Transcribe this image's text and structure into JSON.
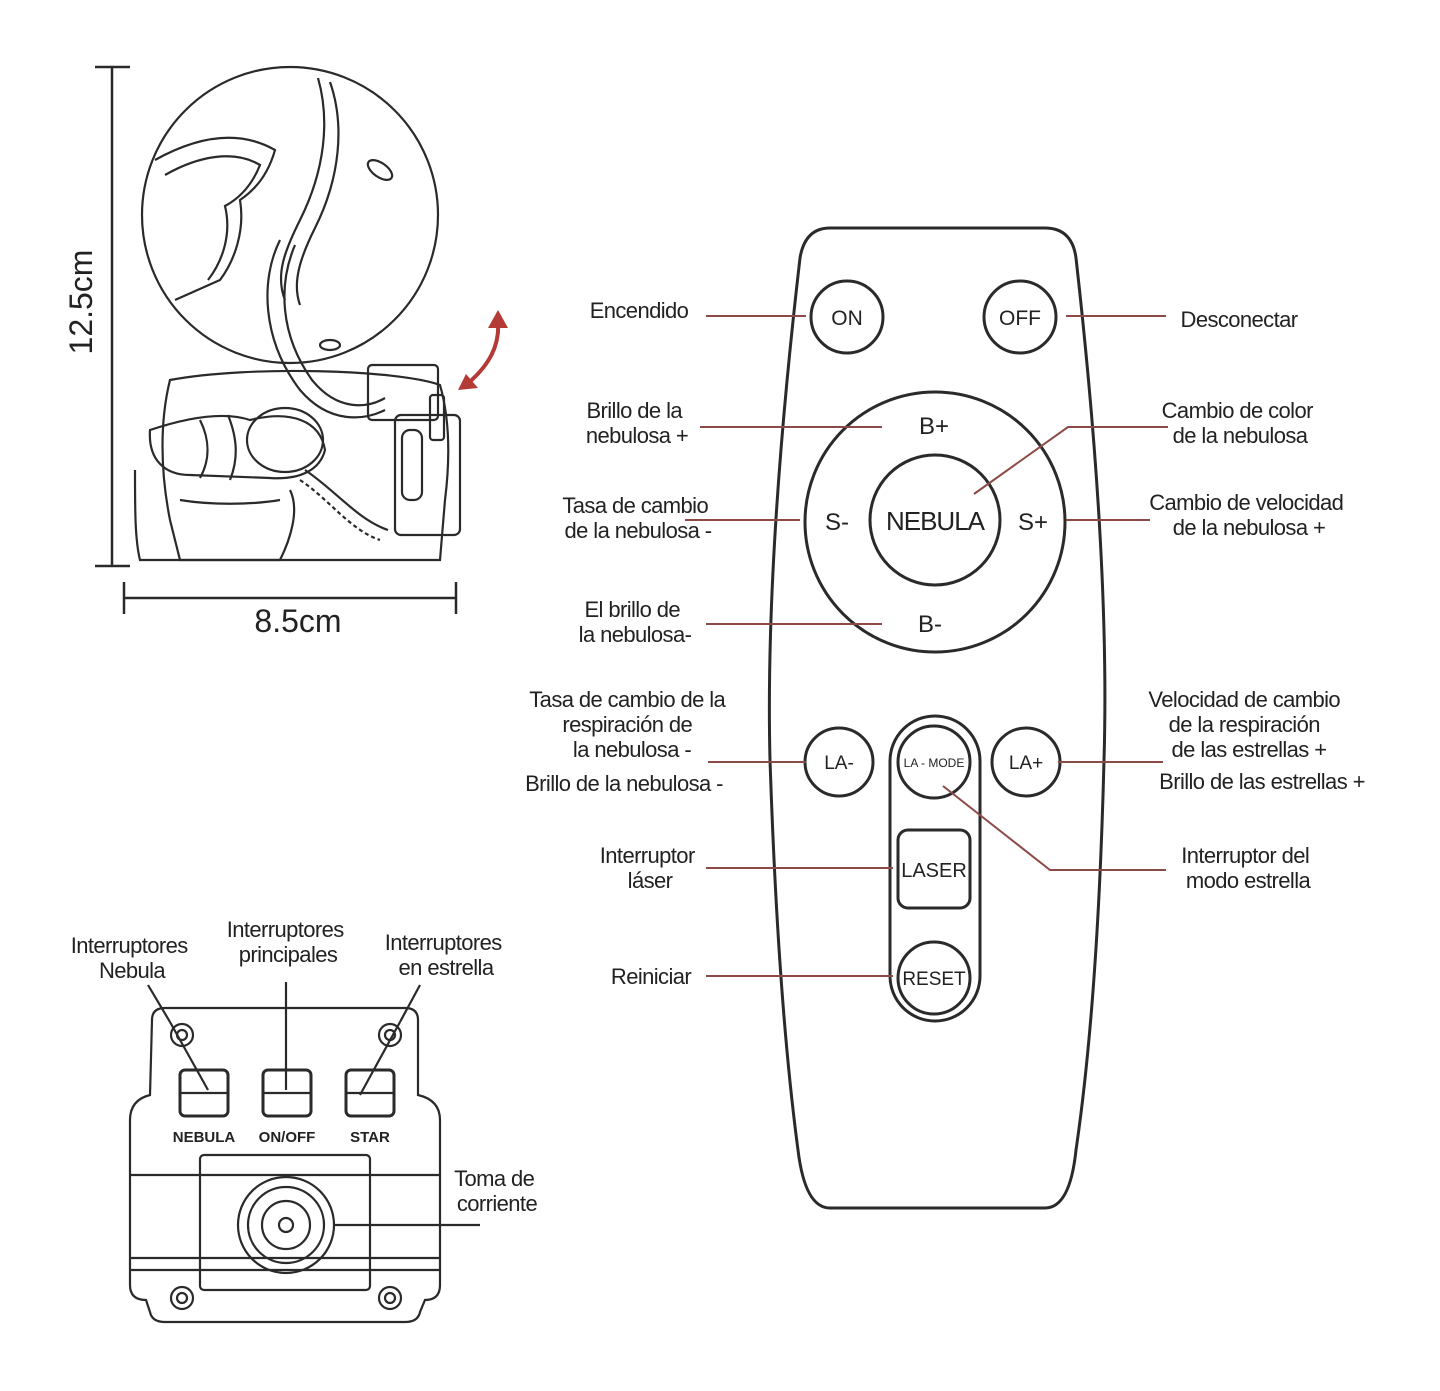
{
  "dimensions": {
    "height": "12.5cm",
    "width": "8.5cm"
  },
  "remote": {
    "buttons": {
      "on": "ON",
      "off": "OFF",
      "b_plus": "B+",
      "b_minus": "B-",
      "s_minus": "S-",
      "s_plus": "S+",
      "nebula": "NEBULA",
      "la_minus": "LA-",
      "la_plus": "LA+",
      "la_mode": "LA - MODE",
      "laser": "LASER",
      "reset": "RESET"
    },
    "labels": {
      "on": "Encendido",
      "off": "Desconectar",
      "b_plus": [
        "Brillo de la",
        "nebulosa +"
      ],
      "nebula": [
        "Cambio de color",
        "de la nebulosa"
      ],
      "s_minus": [
        "Tasa de cambio",
        "de la nebulosa -"
      ],
      "s_plus": [
        "Cambio de velocidad",
        "de la nebulosa +"
      ],
      "b_minus": [
        "El brillo de",
        "la nebulosa-"
      ],
      "la_minus": [
        "Tasa de cambio de la",
        "respiración de",
        "la nebulosa -"
      ],
      "la_minus_2": "Brillo de la nebulosa -",
      "la_plus": [
        "Velocidad de cambio",
        "de la respiración",
        "de las estrellas +"
      ],
      "la_plus_2": "Brillo de las estrellas +",
      "laser": [
        "Interruptor",
        "láser"
      ],
      "la_mode": [
        "Interruptor del",
        "modo estrella"
      ],
      "reset": "Reiniciar"
    }
  },
  "base": {
    "switch_labels": {
      "nebula": "NEBULA",
      "onoff": "ON/OFF",
      "star": "STAR"
    },
    "callouts": {
      "nebula": [
        "Interruptores",
        "Nebula"
      ],
      "main": [
        "Interruptores",
        "principales"
      ],
      "star": [
        "Interruptores",
        "en estrella"
      ],
      "power": [
        "Toma de",
        "corriente"
      ]
    }
  },
  "colors": {
    "leader": "#8c4a47",
    "rotate_arrow": "#b33a35",
    "outline": "#2a2a2a"
  }
}
